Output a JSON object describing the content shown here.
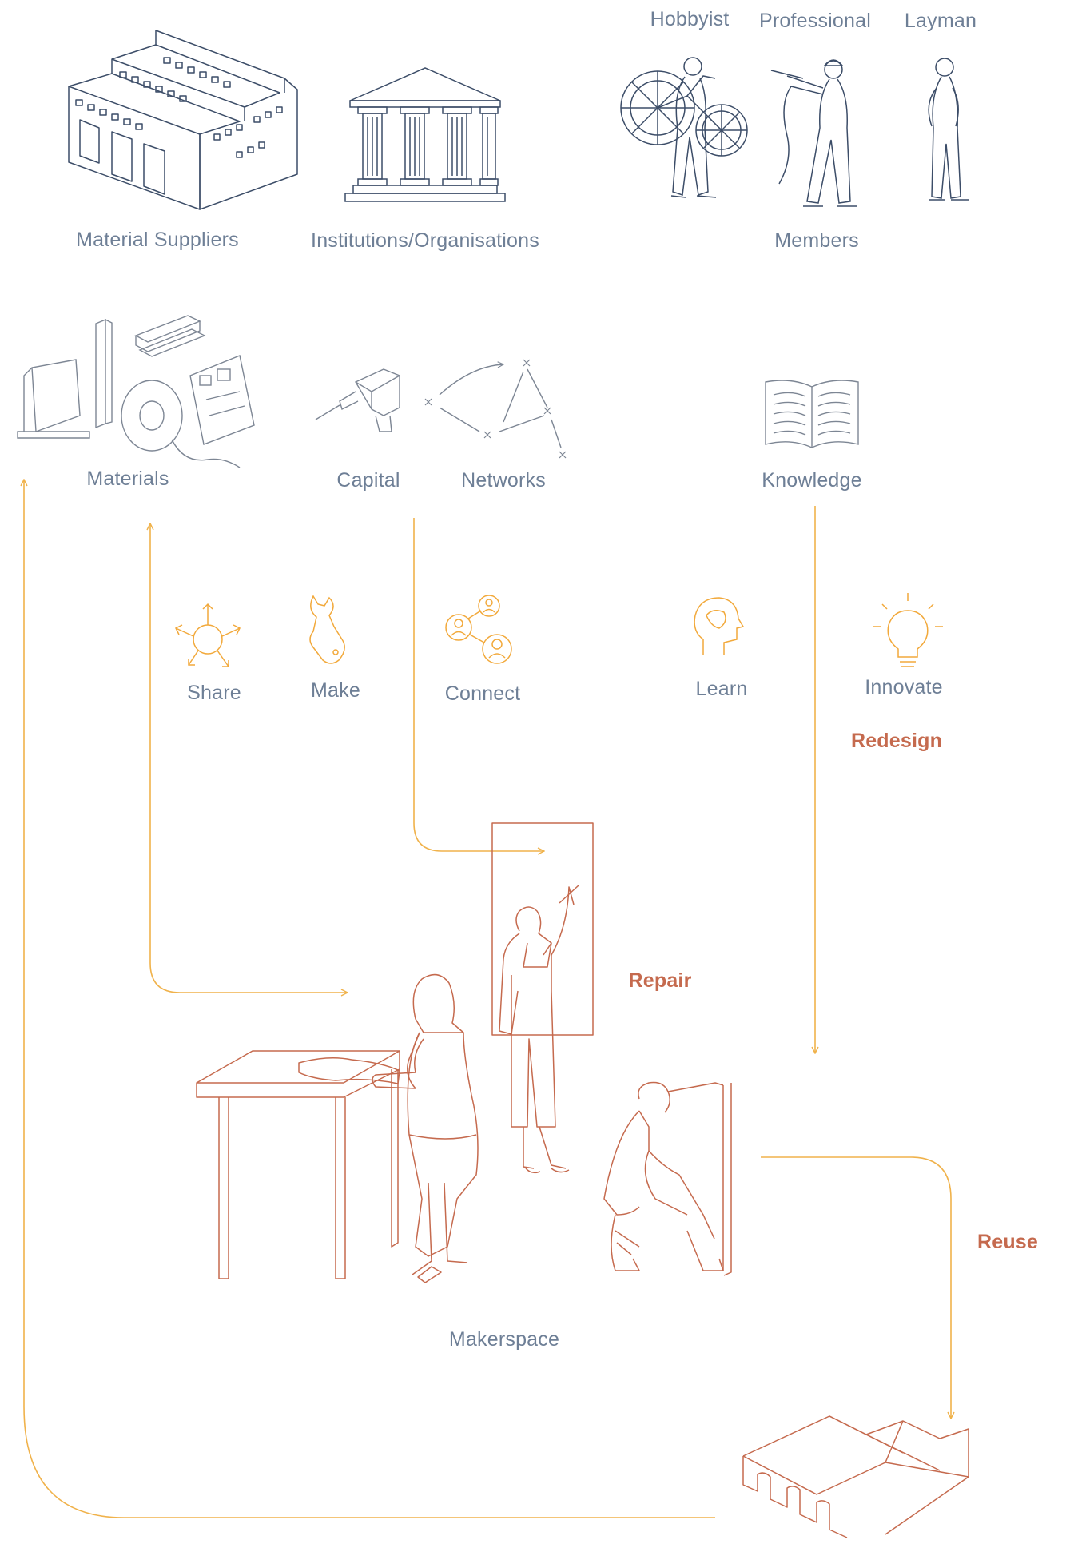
{
  "colors": {
    "navy_line": "#3c4d68",
    "gray_line": "#7d8694",
    "label_gray": "#6e7f96",
    "orange_flow": "#f0b24b",
    "orange_icon": "#f2a93b",
    "terracotta": "#c56a4e"
  },
  "actors": {
    "material_suppliers": "Material Suppliers",
    "institutions": "Institutions/Organisations",
    "members": {
      "group_label": "Members",
      "types": [
        "Hobbyist",
        "Professional",
        "Layman"
      ]
    }
  },
  "resources": {
    "materials": "Materials",
    "capital": "Capital",
    "networks": "Networks",
    "knowledge": "Knowledge"
  },
  "activities": [
    "Share",
    "Make",
    "Connect",
    "Learn",
    "Innovate"
  ],
  "outcomes": {
    "redesign": "Redesign",
    "repair": "Repair",
    "reuse": "Reuse"
  },
  "hub": {
    "label": "Makerspace"
  },
  "icons": [
    "factory-icon",
    "institution-icon",
    "hobbyist-icon",
    "professional-icon",
    "layman-icon",
    "materials-icon",
    "capital-drill-icon",
    "network-graph-icon",
    "book-icon",
    "share-icon",
    "make-wrench-icon",
    "connect-people-icon",
    "learn-head-icon",
    "innovate-bulb-icon",
    "makerspace-people-illustration",
    "building-icon"
  ]
}
